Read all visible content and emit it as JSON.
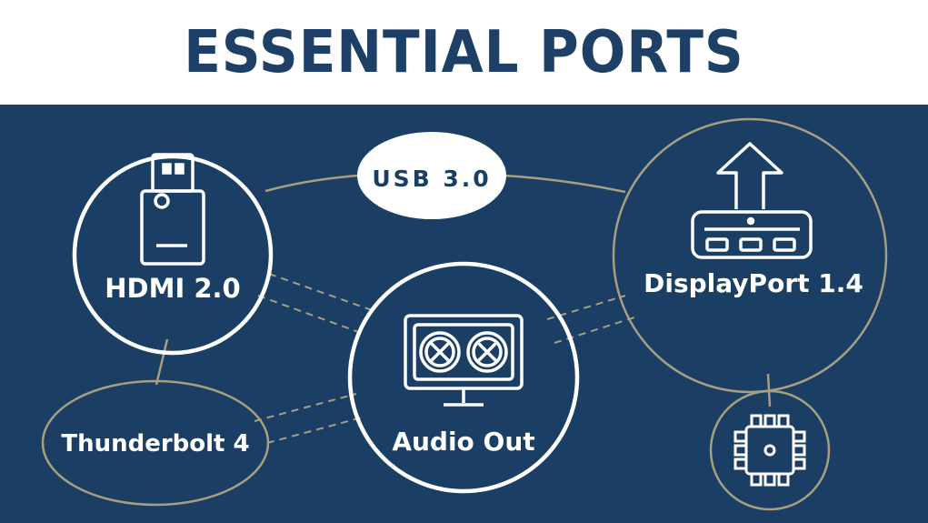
{
  "title": "ESSENTIAL PORTS",
  "colors": {
    "title_text": "#1e3f66",
    "background": "#1b3e64",
    "line": "#a89f82",
    "outline": "#ffffff",
    "pill_fill": "#ffffff",
    "pill_text": "#1b3e64"
  },
  "nodes": {
    "hdmi": {
      "label": "HDMI 2.0",
      "icon": "usb-stick-icon"
    },
    "usb": {
      "label": "USB 3.0"
    },
    "displayport": {
      "label": "DisplayPort 1.4",
      "icon": "upload-hub-icon"
    },
    "audio": {
      "label": "Audio Out",
      "icon": "speaker-monitor-icon"
    },
    "thunderbolt": {
      "label": "Thunderbolt 4"
    },
    "chip": {
      "icon": "chip-icon"
    }
  }
}
